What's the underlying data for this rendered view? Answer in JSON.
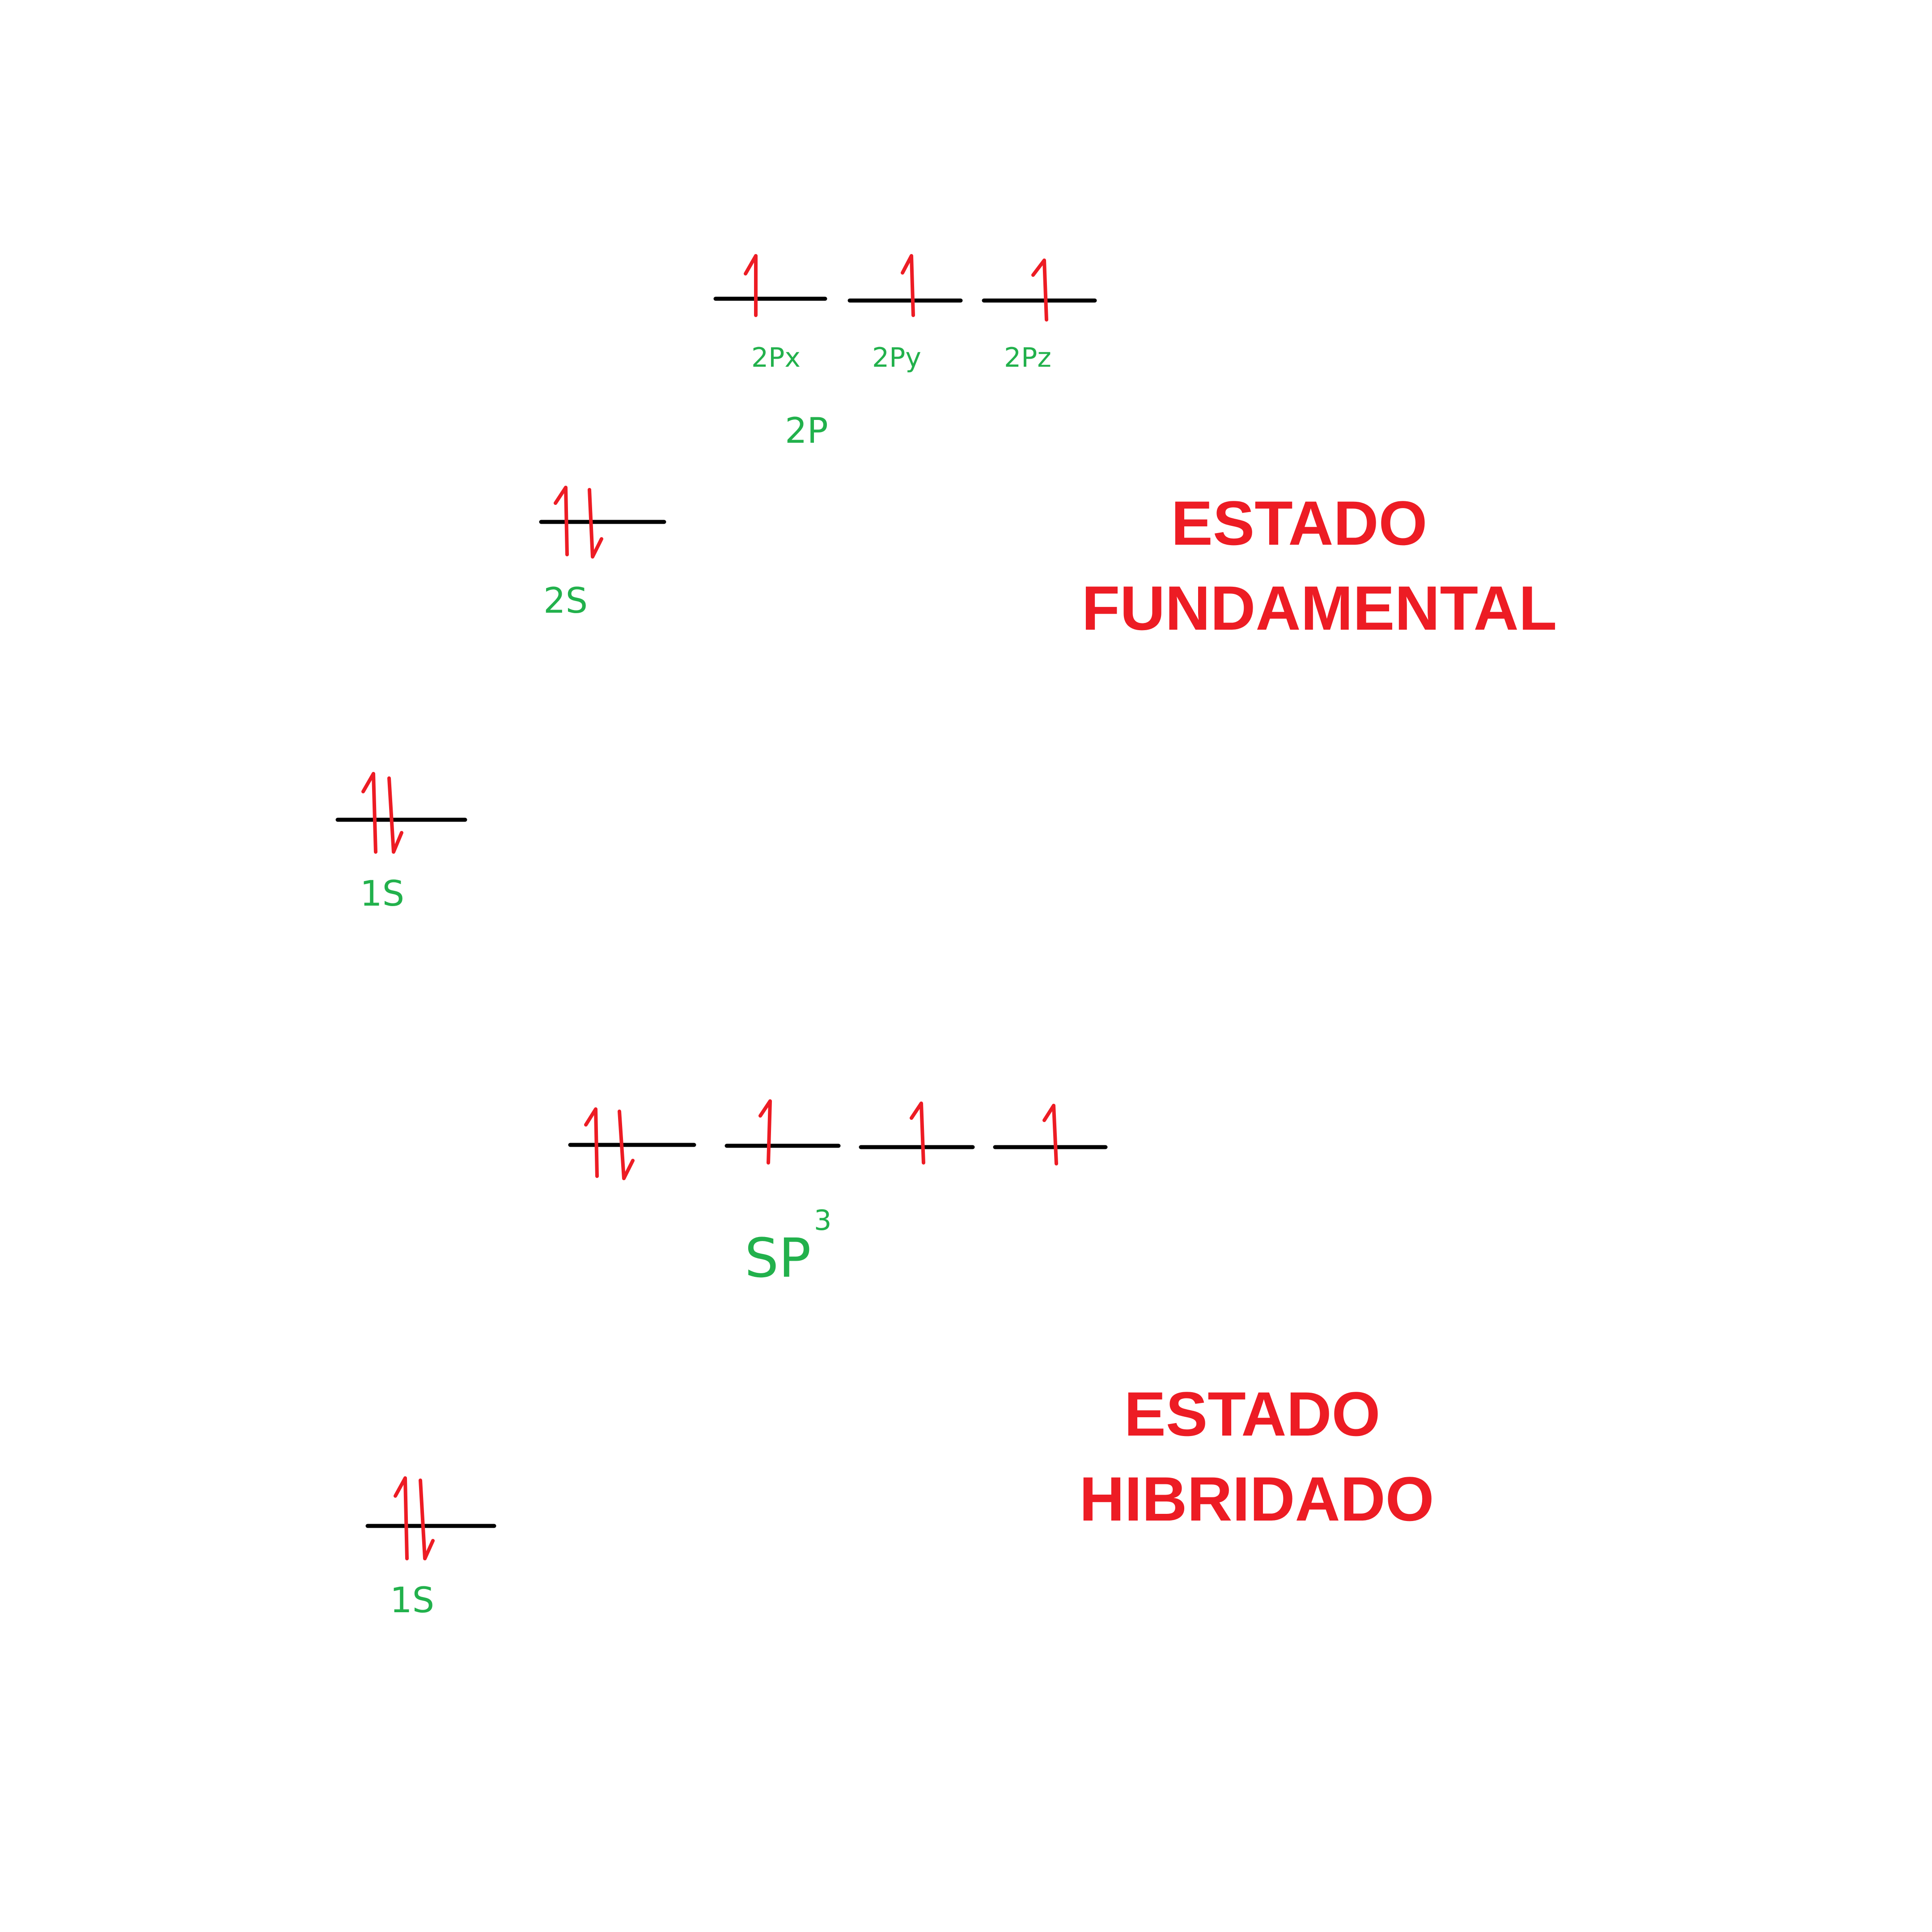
{
  "colors": {
    "background": "#ffffff",
    "level_line": "#000000",
    "electron_arrow": "#ed1c24",
    "orbital_label": "#22b14c",
    "state_label": "#ed1c24"
  },
  "ground_state": {
    "title_line1": "ESTADO",
    "title_line2": "FUNDAMENTAL",
    "levels": [
      {
        "label": "1S",
        "electrons": "paired"
      },
      {
        "label": "2S",
        "electrons": "paired"
      },
      {
        "label": "2P",
        "sublabels": [
          "2Px",
          "2Py",
          "2Pz"
        ],
        "electrons": [
          "up",
          "up",
          "up"
        ]
      }
    ]
  },
  "hybrid_state": {
    "title_line1": "ESTADO",
    "title_line2": "HIBRIDADO",
    "levels": [
      {
        "label": "1S",
        "electrons": "paired"
      },
      {
        "label": "SP",
        "superscript": "3",
        "electrons": [
          "paired",
          "up",
          "up",
          "up"
        ]
      }
    ]
  }
}
